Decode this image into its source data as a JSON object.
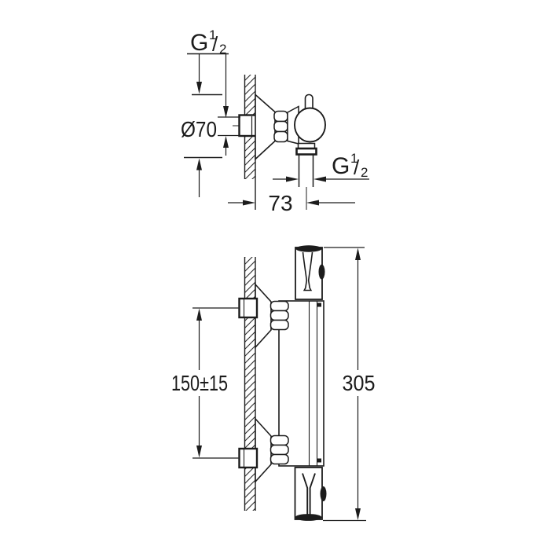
{
  "colors": {
    "line": "#1c1c1c",
    "background": "#ffffff"
  },
  "side_view": {
    "supply_thread_label": {
      "letter": "G",
      "numerator": "1",
      "slash": "/",
      "denominator": "2"
    },
    "outlet_thread_label": {
      "letter": "G",
      "numerator": "1",
      "slash": "/",
      "denominator": "2"
    },
    "escutcheon_diameter_label": "Ø70",
    "wall_to_outlet_distance_label": "73"
  },
  "front_view": {
    "connection_spacing_label": "150±15",
    "overall_height_label": "305"
  }
}
